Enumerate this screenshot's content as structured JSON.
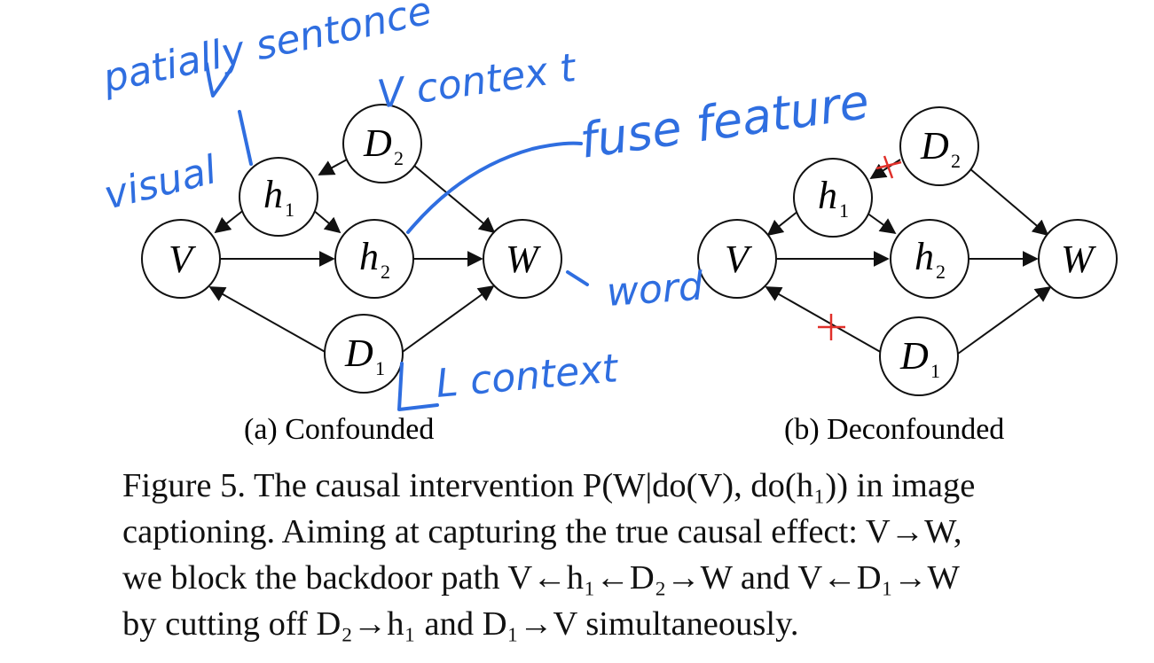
{
  "diagram_a": {
    "panel_label": "(a) Confounded",
    "nodes": {
      "V": {
        "main": "V",
        "sub": ""
      },
      "h1": {
        "main": "h",
        "sub": "1"
      },
      "h2": {
        "main": "h",
        "sub": "2"
      },
      "D2": {
        "main": "D",
        "sub": "2"
      },
      "D1": {
        "main": "D",
        "sub": "1"
      },
      "W": {
        "main": "W",
        "sub": ""
      }
    }
  },
  "diagram_b": {
    "panel_label": "(b) Deconfounded",
    "nodes": {
      "V": {
        "main": "V",
        "sub": ""
      },
      "h1": {
        "main": "h",
        "sub": "1"
      },
      "h2": {
        "main": "h",
        "sub": "2"
      },
      "D2": {
        "main": "D",
        "sub": "2"
      },
      "D1": {
        "main": "D",
        "sub": "1"
      },
      "W": {
        "main": "W",
        "sub": ""
      }
    },
    "cut_mark": "+"
  },
  "annotations": {
    "partially_sentence": "patially sentonce",
    "visual": "visual",
    "v_context": "V contex t",
    "fuse_feature": "fuse feature",
    "word": "word",
    "l_context": "L context"
  },
  "caption": {
    "line1": "Figure 5. The causal intervention P(W|do(V), do(h₁)) in image",
    "line2": "captioning.  Aiming at capturing the true causal effect: V→W,",
    "line3": "we block the backdoor path V←h₁←D₂→W and V←D₁→W",
    "line4": "by cutting off D₂→h₁ and D₁→V simultaneously."
  },
  "colors": {
    "ink": "#111111",
    "handwriting": "#2f6ee0",
    "cut": "#e0302a"
  }
}
